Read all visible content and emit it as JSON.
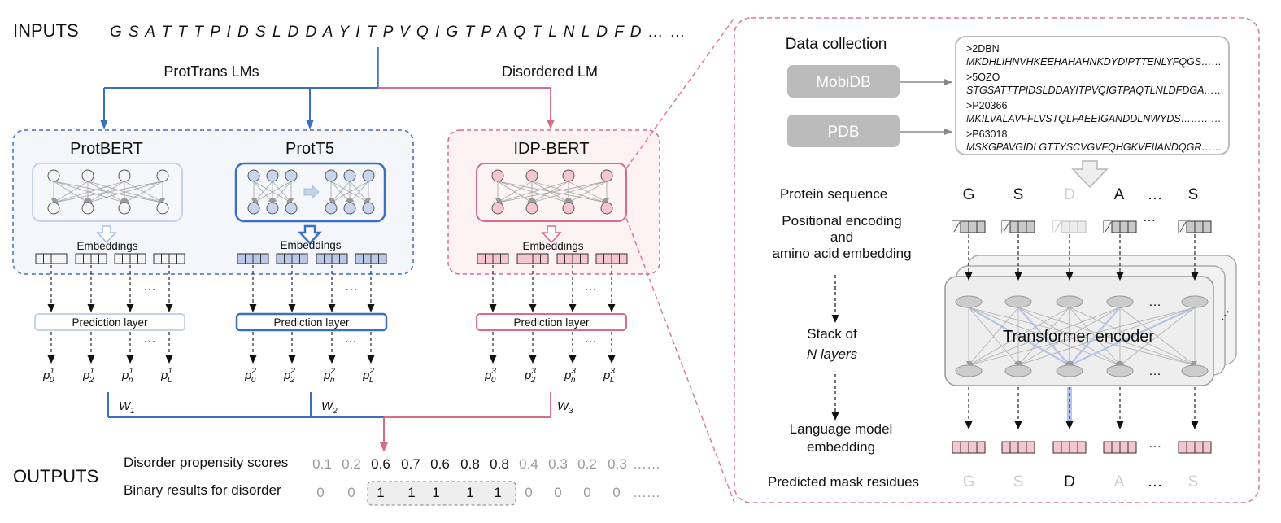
{
  "inputs": {
    "label": "INPUTS",
    "sequence": "G S A T T T P I D S L D D A Y I T P V Q I G T P A Q T L N L D F D … …"
  },
  "branches": {
    "prottrans_label": "ProtTrans LMs",
    "disordered_label": "Disordered LM"
  },
  "models": [
    {
      "name": "ProtBERT",
      "embeddings": "Embeddings",
      "prediction": "Prediction layer",
      "probs": [
        {
          "b": "p",
          "sub": "0",
          "sup": "1"
        },
        {
          "b": "p",
          "sub": "2",
          "sup": "1"
        },
        {
          "b": "p",
          "sub": "n",
          "sup": "1"
        },
        {
          "b": "p",
          "sub": "L",
          "sup": "1"
        }
      ],
      "weight": {
        "b": "W",
        "sub": "1"
      }
    },
    {
      "name": "ProtT5",
      "embeddings": "Embeddings",
      "prediction": "Prediction layer",
      "probs": [
        {
          "b": "p",
          "sub": "0",
          "sup": "2"
        },
        {
          "b": "p",
          "sub": "2",
          "sup": "2"
        },
        {
          "b": "p",
          "sub": "n",
          "sup": "2"
        },
        {
          "b": "p",
          "sub": "L",
          "sup": "2"
        }
      ],
      "weight": {
        "b": "W",
        "sub": "2"
      }
    },
    {
      "name": "IDP-BERT",
      "embeddings": "Embeddings",
      "prediction": "Prediction layer",
      "probs": [
        {
          "b": "p",
          "sub": "0",
          "sup": "3"
        },
        {
          "b": "p",
          "sub": "2",
          "sup": "3"
        },
        {
          "b": "p",
          "sub": "n",
          "sup": "3"
        },
        {
          "b": "p",
          "sub": "L",
          "sup": "3"
        }
      ],
      "weight": {
        "b": "W",
        "sub": "3"
      }
    }
  ],
  "ellipsis": "…",
  "outputs": {
    "label": "OUTPUTS",
    "scores_label": "Disorder propensity scores",
    "scores": [
      {
        "v": "0.1",
        "hi": false
      },
      {
        "v": "0.2",
        "hi": false
      },
      {
        "v": "0.6",
        "hi": true
      },
      {
        "v": "0.7",
        "hi": true
      },
      {
        "v": "0.6",
        "hi": true
      },
      {
        "v": "0.8",
        "hi": true
      },
      {
        "v": "0.8",
        "hi": true
      },
      {
        "v": "0.4",
        "hi": false
      },
      {
        "v": "0.3",
        "hi": false
      },
      {
        "v": "0.2",
        "hi": false
      },
      {
        "v": "0.3",
        "hi": false
      }
    ],
    "scores_trail": "……",
    "binary_label": "Binary results for disorder",
    "binary": [
      "0",
      "0",
      "1",
      "1",
      "1",
      "1",
      "1",
      "0",
      "0",
      "0",
      "0"
    ],
    "binary_trail": "……"
  },
  "detail": {
    "data_collection": "Data collection",
    "sources": [
      "MobiDB",
      "PDB"
    ],
    "fasta": [
      {
        "id": ">2DBN",
        "seq": "MKDHLIHNVHKEEHAHAHNKDYDIPTTENLYFQGS……"
      },
      {
        "id": ">5OZO",
        "seq": "STGSATTTPIDSLDDAYITPVQIGTPAQTLNLDFDGA……"
      },
      {
        "id": ">P20366",
        "seq": "MKILVALAVFFLVSTQLFAEEIGANDDLNWYDS…………"
      },
      {
        "id": ">P63018",
        "seq": "MSKGPAVGIDLGTTYSCVGVFQHGKVEIIANDQGR……"
      }
    ],
    "protein_sequence_label": "Protein sequence",
    "residues": [
      {
        "v": "G",
        "faded": false
      },
      {
        "v": "S",
        "faded": false
      },
      {
        "v": "D",
        "faded": true
      },
      {
        "v": "A",
        "faded": false
      },
      {
        "v": "…",
        "faded": false
      },
      {
        "v": "S",
        "faded": false
      }
    ],
    "positional_label": [
      "Positional encoding",
      "and",
      "amino acid embedding"
    ],
    "stack_label": [
      "Stack of",
      "N layers"
    ],
    "encoder_label": "Transformer encoder",
    "lm_embedding_label": [
      "Language model",
      "embedding"
    ],
    "masked_label": "Predicted mask residues",
    "predicted": [
      {
        "v": "G",
        "faded": true
      },
      {
        "v": "S",
        "faded": true
      },
      {
        "v": "D",
        "faded": false
      },
      {
        "v": "A",
        "faded": true
      },
      {
        "v": "…",
        "faded": false
      },
      {
        "v": "S",
        "faded": true
      }
    ]
  },
  "colors": {
    "blue": "#3a6fc4",
    "light_blue": "#c5d3ea",
    "pink": "#d96c87",
    "pink_dash": "#d97b9a",
    "pink_fill": "#f6c6cf",
    "blue_fill": "#b9c8e6",
    "gray_fill": "#bbbbbb"
  }
}
